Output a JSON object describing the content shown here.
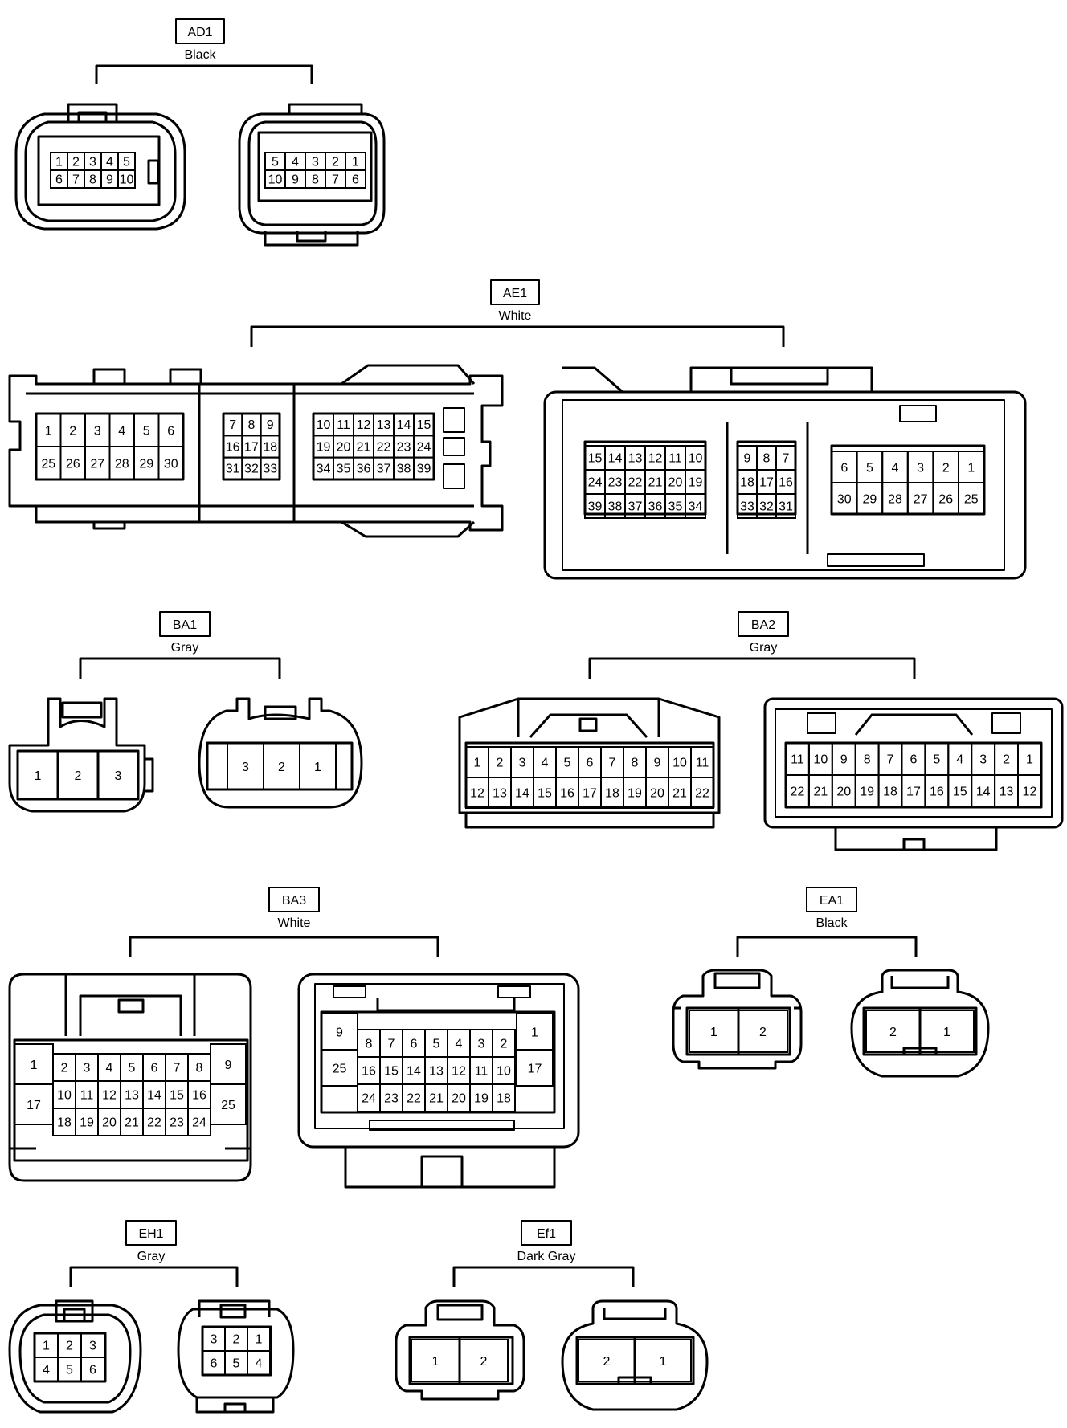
{
  "groups": [
    {
      "id": "AD1",
      "color": "Black",
      "connectors": [
        {
          "rows": [
            [
              "1",
              "2",
              "3",
              "4",
              "5"
            ],
            [
              "6",
              "7",
              "8",
              "9",
              "10"
            ]
          ]
        },
        {
          "rows": [
            [
              "5",
              "4",
              "3",
              "2",
              "1"
            ],
            [
              "10",
              "9",
              "8",
              "7",
              "6"
            ]
          ]
        }
      ]
    },
    {
      "id": "AE1",
      "color": "White",
      "connectors": [
        {
          "blocks": [
            [
              [
                "1",
                "2",
                "3",
                "4",
                "5",
                "6"
              ],
              [
                "25",
                "26",
                "27",
                "28",
                "29",
                "30"
              ]
            ],
            [
              [
                "7",
                "8",
                "9"
              ],
              [
                "16",
                "17",
                "18"
              ],
              [
                "31",
                "32",
                "33"
              ]
            ],
            [
              [
                "10",
                "11",
                "12",
                "13",
                "14",
                "15"
              ],
              [
                "19",
                "20",
                "21",
                "22",
                "23",
                "24"
              ],
              [
                "34",
                "35",
                "36",
                "37",
                "38",
                "39"
              ]
            ]
          ]
        },
        {
          "blocks": [
            [
              [
                "15",
                "14",
                "13",
                "12",
                "11",
                "10"
              ],
              [
                "24",
                "23",
                "22",
                "21",
                "20",
                "19"
              ],
              [
                "39",
                "38",
                "37",
                "36",
                "35",
                "34"
              ]
            ],
            [
              [
                "9",
                "8",
                "7"
              ],
              [
                "18",
                "17",
                "16"
              ],
              [
                "33",
                "32",
                "31"
              ]
            ],
            [
              [
                "6",
                "5",
                "4",
                "3",
                "2",
                "1"
              ],
              [
                "30",
                "29",
                "28",
                "27",
                "26",
                "25"
              ]
            ]
          ]
        }
      ]
    },
    {
      "id": "BA1",
      "color": "Gray",
      "connectors": [
        {
          "rows": [
            [
              "1",
              "2",
              "3"
            ]
          ]
        },
        {
          "rows": [
            [
              "3",
              "2",
              "1"
            ]
          ]
        }
      ]
    },
    {
      "id": "BA2",
      "color": "Gray",
      "connectors": [
        {
          "rows": [
            [
              "1",
              "2",
              "3",
              "4",
              "5",
              "6",
              "7",
              "8",
              "9",
              "10",
              "11"
            ],
            [
              "12",
              "13",
              "14",
              "15",
              "16",
              "17",
              "18",
              "19",
              "20",
              "21",
              "22"
            ]
          ]
        },
        {
          "rows": [
            [
              "11",
              "10",
              "9",
              "8",
              "7",
              "6",
              "5",
              "4",
              "3",
              "2",
              "1"
            ],
            [
              "22",
              "21",
              "20",
              "19",
              "18",
              "17",
              "16",
              "15",
              "14",
              "13",
              "12"
            ]
          ]
        }
      ]
    },
    {
      "id": "BA3",
      "color": "White",
      "connectors": [
        {
          "side_left": [
            "1",
            "17"
          ],
          "rows": [
            [
              "2",
              "3",
              "4",
              "5",
              "6",
              "7",
              "8"
            ],
            [
              "10",
              "11",
              "12",
              "13",
              "14",
              "15",
              "16"
            ],
            [
              "18",
              "19",
              "20",
              "21",
              "22",
              "23",
              "24"
            ]
          ],
          "side_right": [
            "9",
            "25"
          ]
        },
        {
          "side_left": [
            "9",
            "25"
          ],
          "rows": [
            [
              "8",
              "7",
              "6",
              "5",
              "4",
              "3",
              "2"
            ],
            [
              "16",
              "15",
              "14",
              "13",
              "12",
              "11",
              "10"
            ],
            [
              "24",
              "23",
              "22",
              "21",
              "20",
              "19",
              "18"
            ]
          ],
          "side_right": [
            "1",
            "17"
          ]
        }
      ]
    },
    {
      "id": "EA1",
      "color": "Black",
      "connectors": [
        {
          "rows": [
            [
              "1",
              "2"
            ]
          ]
        },
        {
          "rows": [
            [
              "2",
              "1"
            ]
          ]
        }
      ]
    },
    {
      "id": "EH1",
      "color": "Gray",
      "connectors": [
        {
          "rows": [
            [
              "1",
              "2",
              "3"
            ],
            [
              "4",
              "5",
              "6"
            ]
          ]
        },
        {
          "rows": [
            [
              "3",
              "2",
              "1"
            ],
            [
              "6",
              "5",
              "4"
            ]
          ]
        }
      ]
    },
    {
      "id": "Ef1",
      "color": "Dark Gray",
      "connectors": [
        {
          "rows": [
            [
              "1",
              "2"
            ]
          ]
        },
        {
          "rows": [
            [
              "2",
              "1"
            ]
          ]
        }
      ]
    }
  ]
}
